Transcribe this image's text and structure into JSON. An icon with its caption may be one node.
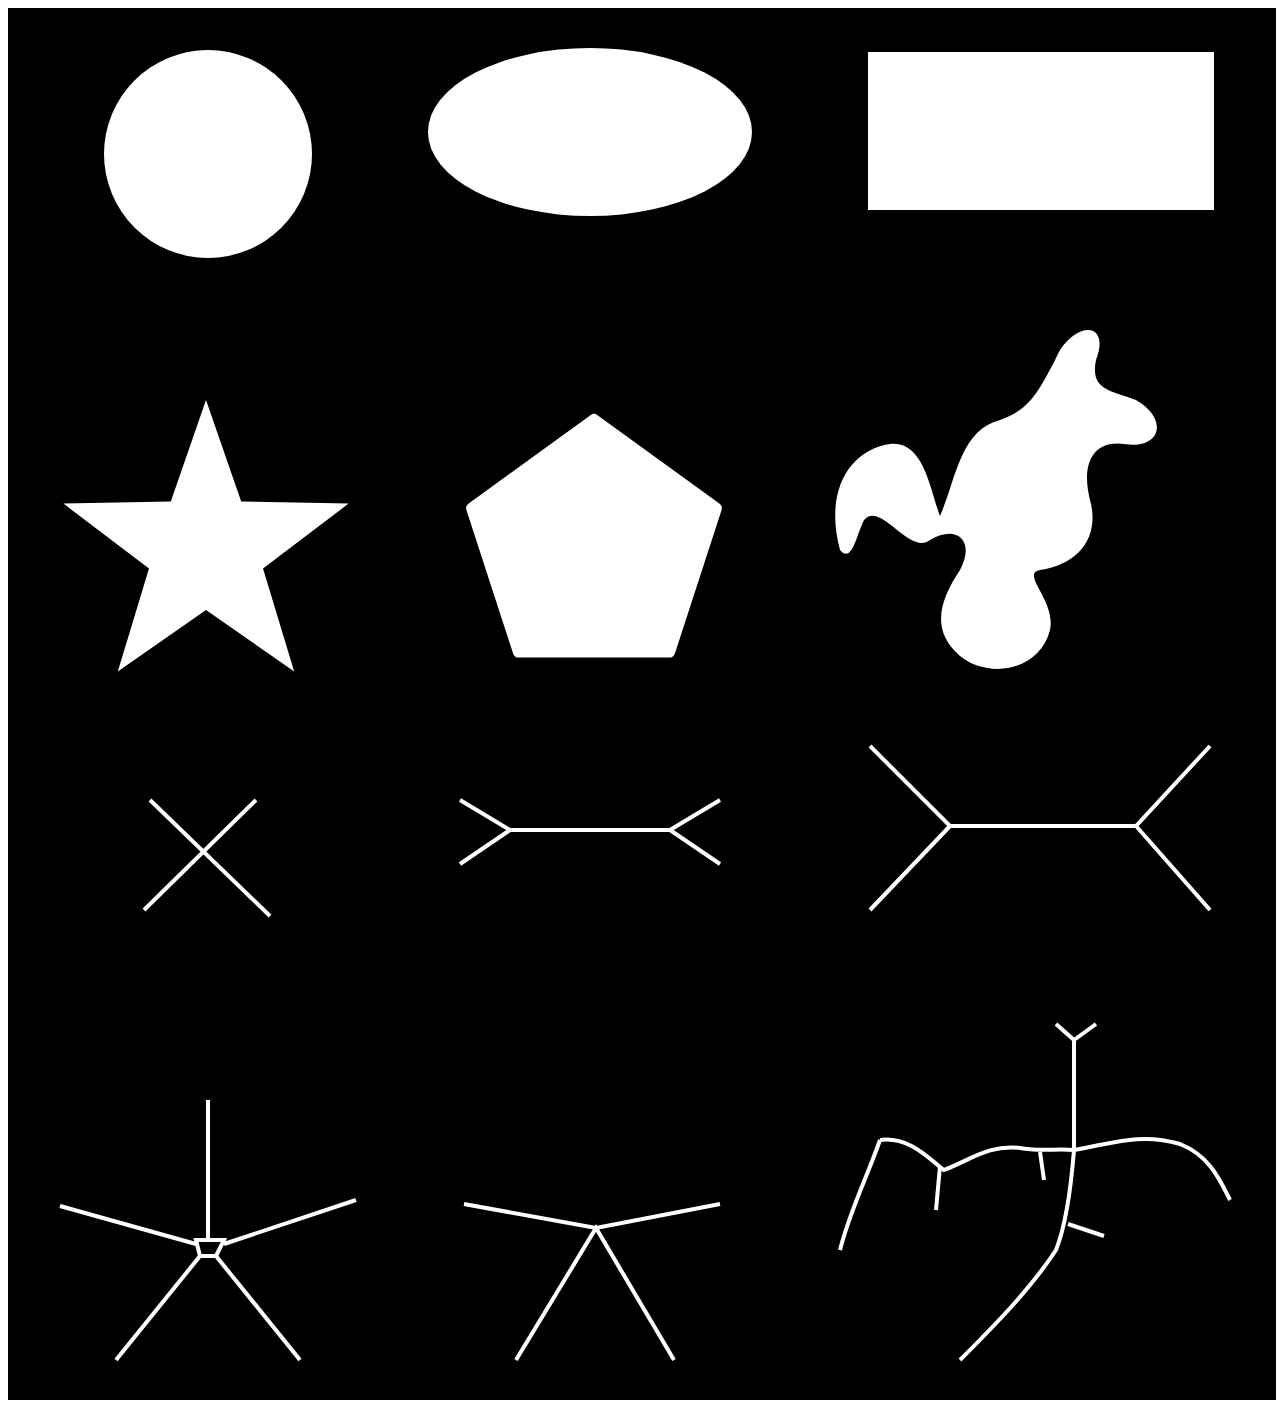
{
  "diagram": {
    "nodes": [
      {
        "text": [],
        "shape": "circle"
      },
      {
        "text": [],
        "shape": "ellipse"
      },
      {
        "text": [],
        "shape": "box"
      },
      {
        "text": [],
        "shape": "star"
      },
      {
        "text": [],
        "shape": "pentagon"
      },
      {
        "text": [],
        "shape": "blob"
      }
    ]
  }
}
